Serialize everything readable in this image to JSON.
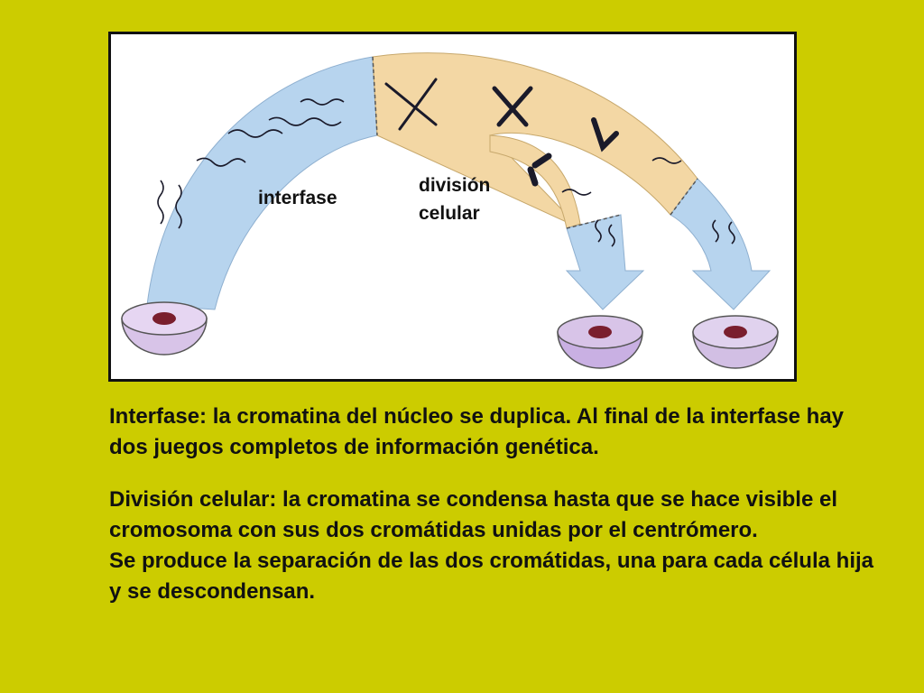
{
  "diagram": {
    "label_interphase": "interfase",
    "label_division": "división\ncelular",
    "colors": {
      "interphase_band": "#b7d4ee",
      "division_band": "#f3d7a4",
      "cell_body": "#d8c4e8",
      "cell_nucleus": "#7a1f2e",
      "chromatin": "#1a1a2a",
      "background": "#cccc00"
    }
  },
  "text": {
    "paragraph_1": "Interfase: la cromatina del núcleo se duplica. Al final de la interfase hay dos juegos completos de información genética.",
    "paragraph_2_line_1": "División celular: la cromatina se condensa hasta que se hace visible el cromosoma con sus dos cromátidas unidas por el centrómero.",
    "paragraph_2_line_2": "Se produce la separación de las dos cromátidas, una para cada célula hija y se descondensan."
  }
}
